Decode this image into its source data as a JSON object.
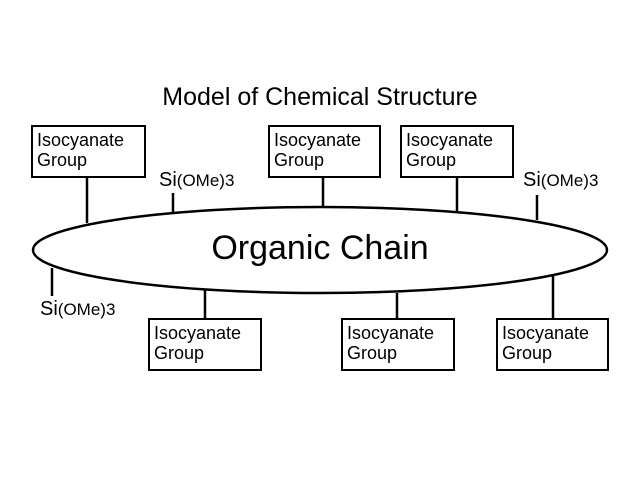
{
  "diagram": {
    "title": "Model of Chemical Structure",
    "chain_label": "Organic Chain",
    "groups": [
      {
        "id": "top-1",
        "line1": "Isocyanate",
        "line2": "Group"
      },
      {
        "id": "top-2",
        "line1": "Isocyanate",
        "line2": "Group"
      },
      {
        "id": "top-3",
        "line1": "Isocyanate",
        "line2": "Group"
      },
      {
        "id": "bottom-1",
        "line1": "Isocyanate",
        "line2": "Group"
      },
      {
        "id": "bottom-2",
        "line1": "Isocyanate",
        "line2": "Group"
      },
      {
        "id": "bottom-3",
        "line1": "Isocyanate",
        "line2": "Group"
      }
    ],
    "silanes": [
      {
        "id": "top-left",
        "main": "Si",
        "paren": "(OMe)",
        "sub": "3"
      },
      {
        "id": "top-right",
        "main": "Si",
        "paren": "(OMe)",
        "sub": "3"
      },
      {
        "id": "bottom-left",
        "main": "Si",
        "paren": "(OMe)",
        "sub": "3"
      }
    ],
    "colors": {
      "stroke": "#000000",
      "background": "#ffffff"
    }
  }
}
